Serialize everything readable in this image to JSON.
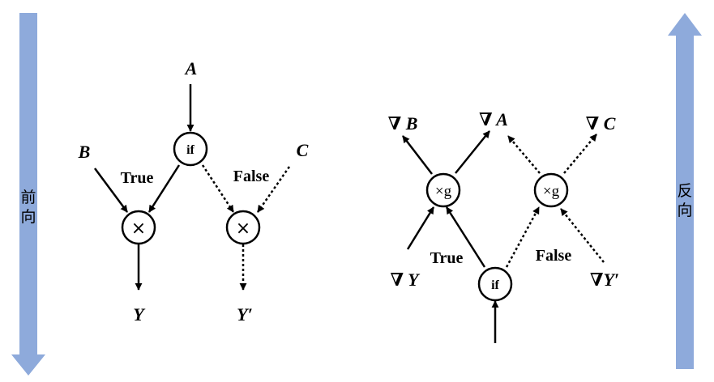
{
  "colors": {
    "band": "#8eaadb",
    "ink": "#000000"
  },
  "sides": {
    "forward": {
      "char1": "前",
      "char2": "向"
    },
    "backward": {
      "char1": "反",
      "char2": "向"
    }
  },
  "forward": {
    "input_a": "A",
    "input_b": "B",
    "input_c": "C",
    "if_node": "if",
    "mul_left": "×",
    "mul_right": "×",
    "true_label": "True",
    "false_label": "False",
    "output_y": "Y",
    "output_y_prime": "Y′"
  },
  "backward": {
    "grad_b": "∇ B",
    "grad_a": "∇ A",
    "grad_c": "∇ C",
    "mulg_left": "×g",
    "mulg_right": "×g",
    "if_node": "if",
    "true_label": "True",
    "false_label": "False",
    "grad_y": "∇ Y",
    "grad_y_prime": "∇Y′"
  }
}
